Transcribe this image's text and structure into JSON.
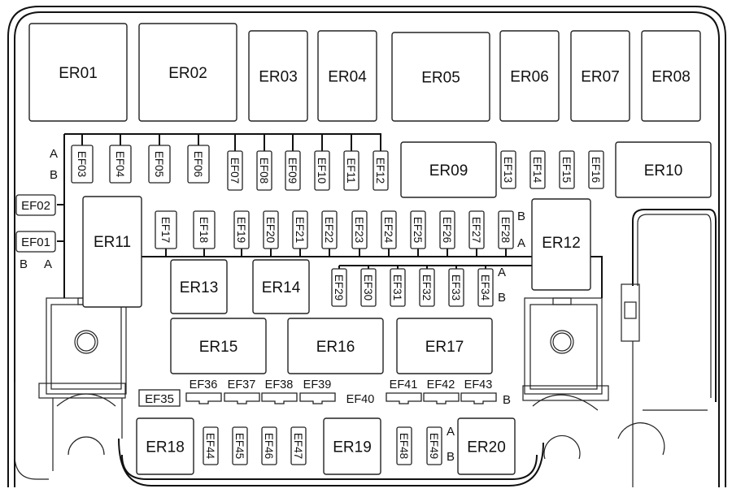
{
  "title": "Engine compartment fuse box diagram",
  "colors": {
    "stroke": "#222222",
    "background": "#ffffff",
    "text": "#111111"
  },
  "relays": [
    {
      "id": "ER01"
    },
    {
      "id": "ER02"
    },
    {
      "id": "ER03"
    },
    {
      "id": "ER04"
    },
    {
      "id": "ER05"
    },
    {
      "id": "ER06"
    },
    {
      "id": "ER07"
    },
    {
      "id": "ER08"
    },
    {
      "id": "ER09"
    },
    {
      "id": "ER10"
    },
    {
      "id": "ER11"
    },
    {
      "id": "ER12"
    },
    {
      "id": "ER13"
    },
    {
      "id": "ER14"
    },
    {
      "id": "ER15"
    },
    {
      "id": "ER16"
    },
    {
      "id": "ER17"
    },
    {
      "id": "ER18"
    },
    {
      "id": "ER19"
    },
    {
      "id": "ER20"
    }
  ],
  "fuses_vertical_top": [
    "EF03",
    "EF04",
    "EF05",
    "EF06",
    "EF07",
    "EF08",
    "EF09",
    "EF10",
    "EF11",
    "EF12"
  ],
  "fuses_vertical_right_top": [
    "EF13",
    "EF14",
    "EF15",
    "EF16"
  ],
  "fuses_side": [
    "EF02",
    "EF01"
  ],
  "fuses_mid_row": [
    "EF17",
    "EF18",
    "EF19",
    "EF20",
    "EF21",
    "EF22",
    "EF23",
    "EF24",
    "EF25",
    "EF26",
    "EF27",
    "EF28"
  ],
  "fuses_lower_row": [
    "EF29",
    "EF30",
    "EF31",
    "EF32",
    "EF33",
    "EF34"
  ],
  "fuses_horizontal_row": [
    "EF36",
    "EF37",
    "EF38",
    "EF39",
    "EF40",
    "EF41",
    "EF42",
    "EF43"
  ],
  "fuse_ef35": "EF35",
  "fuses_bottom_row": [
    "EF44",
    "EF45",
    "EF46",
    "EF47",
    "EF48",
    "EF49"
  ],
  "pin_labels": {
    "top_left_a": "A",
    "top_left_b": "B",
    "ef01_b": "B",
    "ef01_a": "A",
    "ef28_b": "B",
    "ef28_a": "A",
    "ef34_a": "A",
    "ef34_b": "B",
    "row43_b": "B",
    "ef49_a": "A",
    "ef49_b": "B"
  }
}
